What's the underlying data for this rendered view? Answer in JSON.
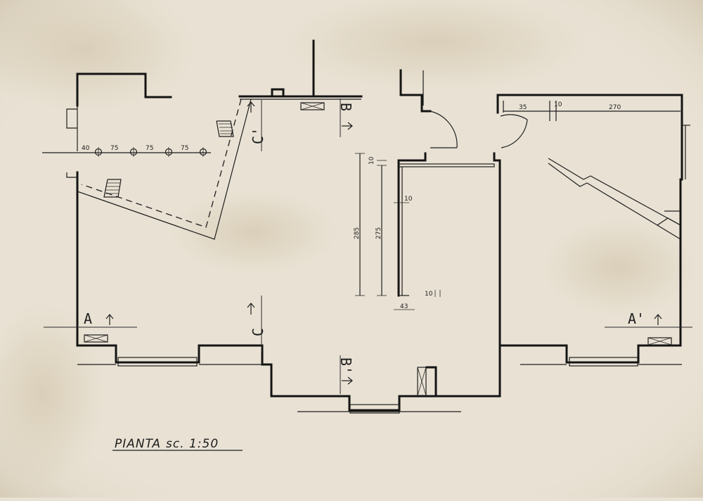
{
  "colors": {
    "paper": "#e9e2d4",
    "ink": "#141414",
    "stain": "#cdbfa3"
  },
  "title": {
    "text": "PIANTA",
    "scale": "sc. 1:50"
  },
  "dimensions": {
    "left_room": [
      "40",
      "75",
      "75",
      "75"
    ],
    "right_room": [
      "35",
      "10",
      "270"
    ],
    "corridor_total": "285",
    "corridor_inner": "275",
    "wall_top": "10",
    "wall_mid": "10",
    "wall_bottom": "10",
    "width": "43"
  },
  "section_marks": {
    "a": "A",
    "a_prime": "A'",
    "b": "B",
    "b_prime": "B'",
    "c": "C",
    "c_prime": "C'"
  },
  "icons": [
    "window-cross-icon",
    "arrow-up-icon",
    "arrow-down-icon",
    "arrow-left-icon",
    "column-circle-icon",
    "stair-icon",
    "door-swing-icon"
  ]
}
